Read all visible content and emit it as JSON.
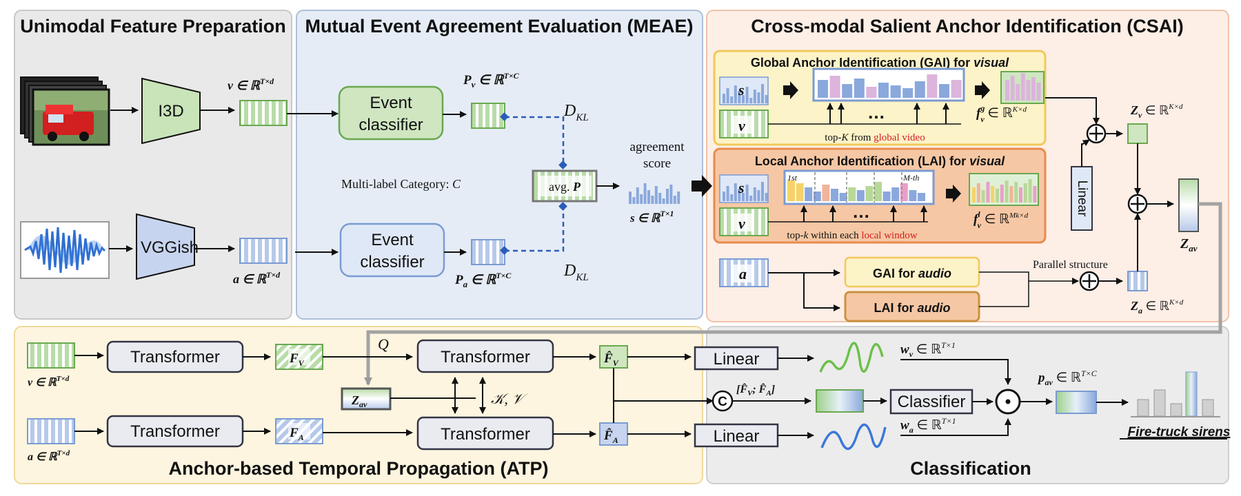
{
  "sections": {
    "unimodal": "Unimodal Feature Preparation",
    "meae": "Mutual Event Agreement Evaluation (MEAE)",
    "csai": "Cross-modal Salient Anchor Identification (CSAI)",
    "atp": "Anchor-based Temporal Propagation (ATP)",
    "classification": "Classification"
  },
  "encoders": {
    "visual": "I3D",
    "audio": "VGGish"
  },
  "features": {
    "v": "v ∈ ℝ",
    "v_sup": "T×d",
    "a": "a ∈ ℝ",
    "a_sup": "T×d"
  },
  "meae": {
    "event_classifier_line1": "Event",
    "event_classifier_line2": "classifier",
    "pv": "P",
    "pv_sub": "v",
    "pv_rest": " ∈ ℝ",
    "pv_sup": "T×C",
    "pa": "P",
    "pa_sub": "a",
    "pa_rest": " ∈ ℝ",
    "pa_sup": "T×C",
    "dkl": "D",
    "dkl_sub": "KL",
    "multilabel": "Multi-label Category: ",
    "multilabel_var": "C",
    "avg": "avg. ",
    "avg_var": "P",
    "agreement_line1": "agreement",
    "agreement_line2": "score",
    "s": "s ∈ ℝ",
    "s_sup": "T×1"
  },
  "csai": {
    "gai_title": "Global Anchor Identification (GAI) for ",
    "gai_title_it": "visual",
    "lai_title": "Local Anchor Identification (LAI) for ",
    "lai_title_it": "visual",
    "topK_pre": "top-",
    "topK_var": "K",
    "topK_mid": " from ",
    "topK_red": "global video",
    "topk_pre": "top-",
    "topk_var": "k",
    "topk_mid": " within each ",
    "topk_red": "local window",
    "dots": "…",
    "s_label": "s",
    "v_label": "v",
    "a_label": "a",
    "first": "1st",
    "mth": "M-th",
    "fvg": "f",
    "fvg_sup": "g",
    "fvg_sub": "v",
    "fvg_rest": " ∈ ℝ",
    "fvg_sup2": "K×d",
    "fvl": "f",
    "fvl_sup": "l",
    "fvl_sub": "v",
    "fvl_rest": " ∈ ℝ",
    "fvl_sup2": "Mk×d",
    "linear": "Linear",
    "zv": "Z",
    "zv_sub": "v",
    "zv_rest": " ∈ ℝ",
    "zv_sup": "K×d",
    "za": "Z",
    "za_sub": "a",
    "za_rest": " ∈ ℝ",
    "za_sup": "K×d",
    "zav": "Z",
    "zav_sub": "av",
    "gai_audio": "GAI for ",
    "gai_audio_it": "audio",
    "lai_audio": "LAI for ",
    "lai_audio_it": "audio",
    "parallel": "Parallel structure"
  },
  "atp": {
    "transformer": "Transformer",
    "fv": "F",
    "fv_sub": "V",
    "fa": "F",
    "fa_sub": "A",
    "q": "Q",
    "kv": "𝒦, 𝒱",
    "fv_hat": "F̂",
    "fv_hat_sub": "V",
    "fa_hat": "F̂",
    "fa_hat_sub": "A",
    "zav": "Z",
    "zav_sub": "av"
  },
  "classification": {
    "linear": "Linear",
    "classifier": "Classifier",
    "concat": "C",
    "concat_label": "[F̂",
    "concat_v": "V",
    "concat_mid": "; F̂",
    "concat_a": "A",
    "concat_end": "]",
    "wv": "w",
    "wv_sub": "v",
    "wv_rest": " ∈ ℝ",
    "wv_sup": "T×1",
    "wa": "w",
    "wa_sub": "a",
    "wa_rest": " ∈ ℝ",
    "wa_sup": "T×1",
    "pav": "p",
    "pav_sub": "av",
    "pav_rest": " ∈ ℝ",
    "pav_sup": "T×C",
    "output": "Fire-truck sirens"
  },
  "colors": {
    "green_fill": "#cfe6c1",
    "green_stroke": "#6aa84f",
    "blue_fill": "#dfe8f6",
    "blue_stroke": "#7b9bd1",
    "bar_blue": "#8aa8dc",
    "bar_pink": "#dcb4dc",
    "gai_bg": "#fdf3c8",
    "lai_bg": "#f6c7a4",
    "atp_bg": "#fdf6e0",
    "csai_bg": "#fdf0ea"
  }
}
